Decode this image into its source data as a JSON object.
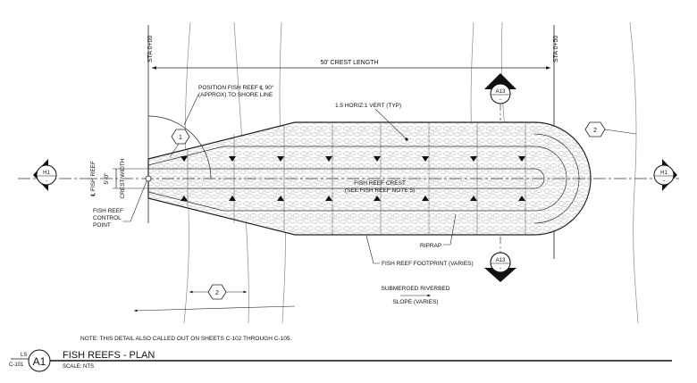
{
  "drawing": {
    "stations": {
      "start": "STA 0+00",
      "end": "STA 0+50"
    },
    "crest_length": "50' CREST LENGTH",
    "labels": {
      "position_line1": "POSITION FISH REEF ℄ 90°",
      "position_line2": "(APPROX) TO SHORE LINE",
      "slope": "1.5 HORIZ:1 VERT (TYP)",
      "fish_reef_cl": "℄ FISH REEF",
      "crest_dim": "5'-0\"",
      "crest_width": "CREST WIDTH",
      "crest_line1": "FISH REEF CREST",
      "crest_line2": "(SEE FISH REEF NOTE 5)",
      "control_point": [
        "FISH REEF",
        "CONTROL",
        "POINT"
      ],
      "riprap": "RIPRAP",
      "footprint": "FISH REEF FOOTPRINT (VARIES)",
      "riverbed_line1": "SUBMERGED RIVERBED",
      "riverbed_line2": "SLOPE (VARIES)"
    },
    "callouts": {
      "note_1": "1",
      "note_2_right": "2",
      "note_2_bottom": "2"
    },
    "section_markers": {
      "left": {
        "id": "H1",
        "sheet": "-"
      },
      "right": {
        "id": "H1",
        "sheet": "-"
      },
      "top": {
        "id": "A13",
        "sheet": "-"
      },
      "bottom": {
        "id": "A13",
        "sheet": "-"
      }
    }
  },
  "note": "NOTE:  THIS DETAIL ALSO CALLED OUT ON SHEETS C-102 THROUGH C-105.",
  "title_block": {
    "sheet_ref_top": "LS",
    "sheet_ref_bottom": "C-101",
    "detail_id": "A1",
    "title": "FISH REEFS - PLAN",
    "scale": "SCALE: NTS"
  }
}
